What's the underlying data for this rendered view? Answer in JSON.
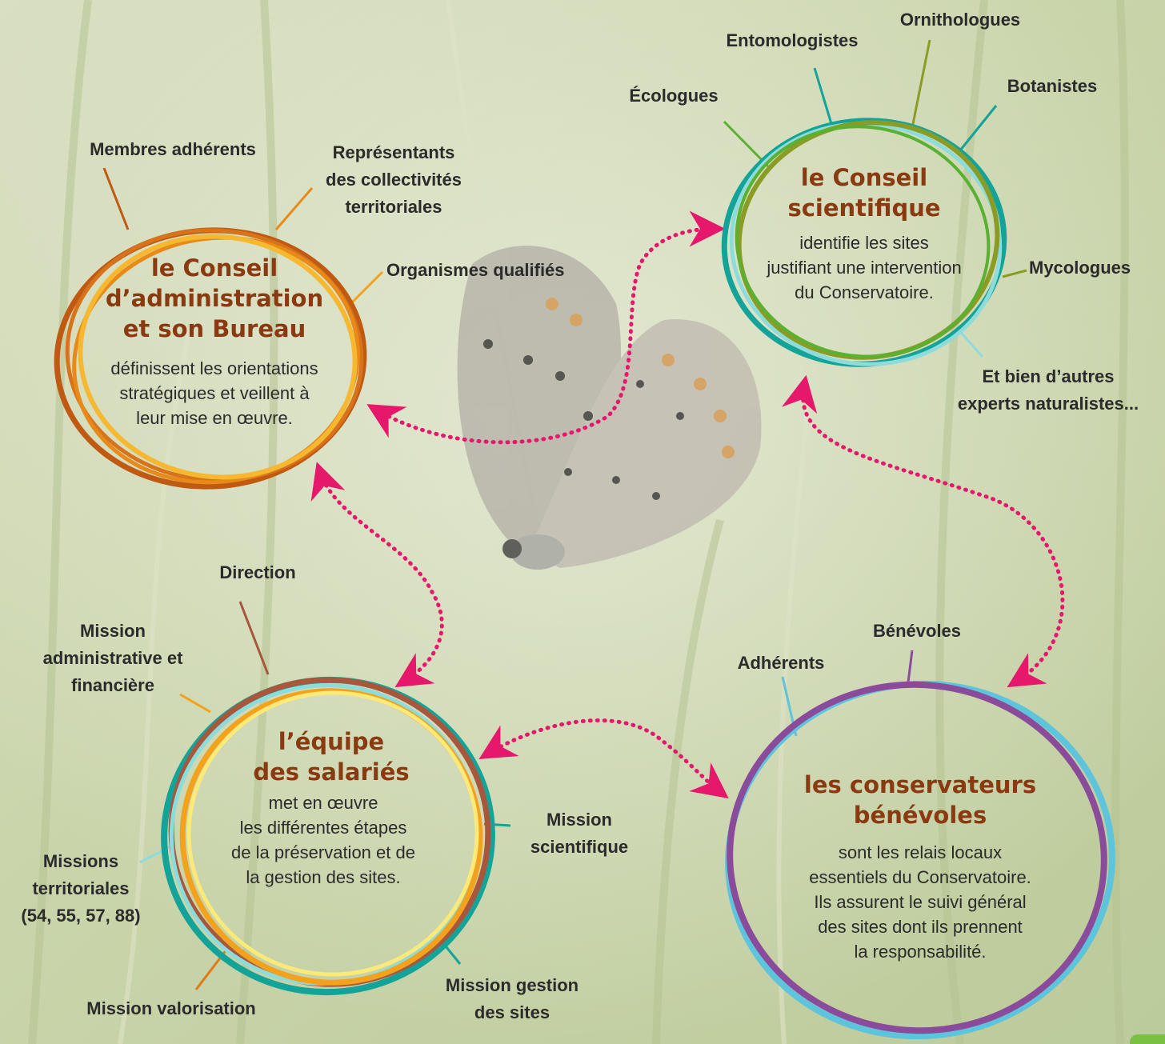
{
  "background": {
    "description_colors": [
      "#cdd7b0",
      "#b9c79a",
      "#e3e6d2"
    ]
  },
  "arrow_color": "#e5186b",
  "circles": {
    "administration": {
      "title": [
        "le Conseil",
        "d’administration",
        "et son Bureau"
      ],
      "description": [
        "définissent les orientations",
        "stratégiques et veillent à",
        "leur mise en œuvre."
      ],
      "ring_colors": [
        "#c05a12",
        "#e88a1a",
        "#f6b731",
        "#d7731a"
      ],
      "labels": {
        "membres": "Membres adhérents",
        "representants": [
          "Représentants",
          "des collectivités",
          "territoriales"
        ],
        "organismes": "Organismes qualifiés"
      }
    },
    "scientifique": {
      "title": [
        "le Conseil",
        "scientifique"
      ],
      "description": [
        "identifie les sites",
        "justifiant une intervention",
        "du Conservatoire."
      ],
      "ring_colors": [
        "#14a398",
        "#8a9c25",
        "#8ddcdc",
        "#5ab030"
      ],
      "labels": {
        "ecologues": "Écologues",
        "entomologistes": "Entomologistes",
        "ornithologues": "Ornithologues",
        "botanistes": "Botanistes",
        "mycologues": "Mycologues",
        "autres": [
          "Et bien d’autres",
          "experts naturalistes..."
        ]
      }
    },
    "salaries": {
      "title": [
        "l’équipe",
        "des salariés"
      ],
      "description": [
        "met en œuvre",
        "les différentes étapes",
        "de la préservation et de",
        "la gestion des sites."
      ],
      "ring_colors": [
        "#a8573d",
        "#14a398",
        "#f2a21c",
        "#fbe97a",
        "#8ddcdc"
      ],
      "labels": {
        "direction": "Direction",
        "administrative": [
          "Mission",
          "administrative et",
          "financière"
        ],
        "scientifique": [
          "Mission",
          "scientifique"
        ],
        "territoriales": [
          "Missions",
          "territoriales",
          "(54, 55, 57, 88)"
        ],
        "valorisation": "Mission valorisation",
        "gestion": [
          "Mission gestion",
          "des sites"
        ]
      }
    },
    "benevoles": {
      "title": [
        "les conservateurs",
        "bénévoles"
      ],
      "description": [
        "sont les relais locaux",
        "essentiels du Conservatoire.",
        "Ils assurent le suivi général",
        "des sites dont ils prennent",
        "la responsabilité."
      ],
      "ring_colors": [
        "#8a4c9a",
        "#5ec4dc"
      ],
      "labels": {
        "adherents": "Adhérents",
        "benevoles": "Bénévoles"
      }
    }
  },
  "corner_tab_color": "#7ac143"
}
